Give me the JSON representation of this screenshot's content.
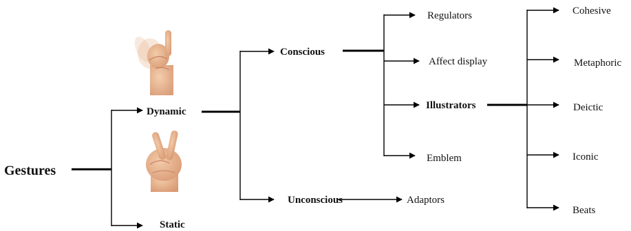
{
  "root": {
    "label": "Gestures"
  },
  "level1": {
    "dynamic": {
      "label": "Dynamic"
    },
    "static": {
      "label": "Static"
    }
  },
  "level2": {
    "conscious": {
      "label": "Conscious"
    },
    "unconscious": {
      "label": "Unconscious"
    }
  },
  "conscious_children": {
    "regulators": {
      "label": "Regulators"
    },
    "affect_display": {
      "label": "Affect display"
    },
    "illustrators": {
      "label": "Illustrators"
    },
    "emblem": {
      "label": "Emblem"
    }
  },
  "unconscious_children": {
    "adaptors": {
      "label": "Adaptors"
    }
  },
  "illustrator_children": {
    "cohesive": {
      "label": "Cohesive"
    },
    "metaphoric": {
      "label": "Metaphoric"
    },
    "deictic": {
      "label": "Deictic"
    },
    "iconic": {
      "label": "Iconic"
    },
    "beats": {
      "label": "Beats"
    }
  },
  "images": {
    "dynamic_hand": {
      "icon": "waving-hand-icon"
    },
    "static_hand": {
      "icon": "victory-hand-icon"
    }
  },
  "colors": {
    "line": "#000000",
    "skin": "#e8b894",
    "text": "#111111"
  }
}
